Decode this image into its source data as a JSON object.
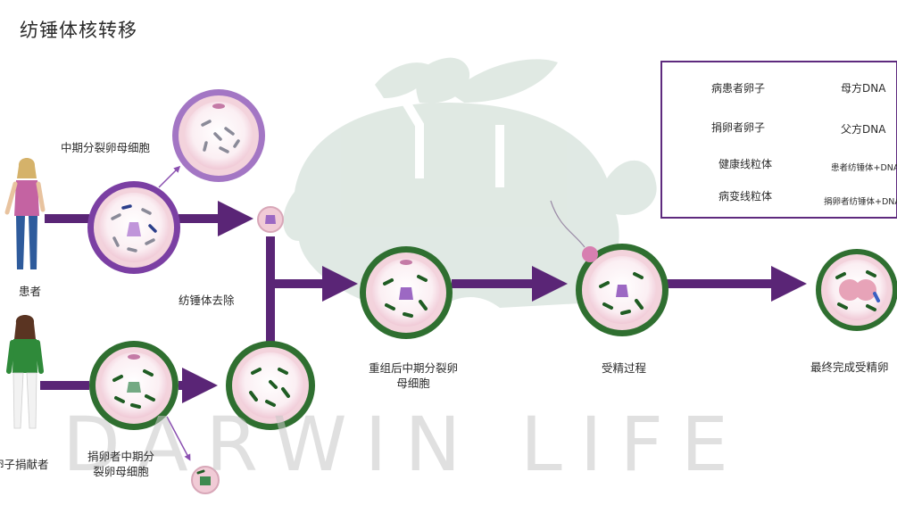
{
  "title": "纺锤体核转移",
  "watermark": "DARWIN LIFE",
  "labels": {
    "patient": "患者",
    "donor": "卵子捐献者",
    "patient_mii_oocyte": "中期分裂卵母细胞",
    "spindle_removal": "纺锤体去除",
    "donor_mii_oocyte": "捐卵者中期分\n裂卵母细胞",
    "reconstructed_oocyte": "重组后中期分裂卵\n母细胞",
    "fertilization": "受精过程",
    "final_egg": "最终完成受精卵"
  },
  "legend": {
    "patient_egg": "病患者卵子",
    "donor_egg": "捐卵者卵子",
    "healthy_mito": "健康线粒体",
    "diseased_mito": "病变线粒体",
    "maternal_dna": "母方DNA",
    "paternal_dna": "父方DNA",
    "patient_spindle": "患者纺锤体+DNA",
    "donor_spindle": "捐卵者纺锤体+DNA"
  },
  "colors": {
    "arrow": "#5a2576",
    "patient_ring": "#8a4fb0",
    "donor_ring": "#2f6f30",
    "cytoplasm": "#f9e6ec",
    "zona": "#f3d3dc",
    "healthy_mito": "#1f5c23",
    "diseased_mito": "#6d6d7c",
    "maternal_dna": "#8a5db3",
    "paternal_dna": "#3a5fc2",
    "watermark_tortoise": "#d9e4dd",
    "watermark_text": "#c8c8c8"
  }
}
